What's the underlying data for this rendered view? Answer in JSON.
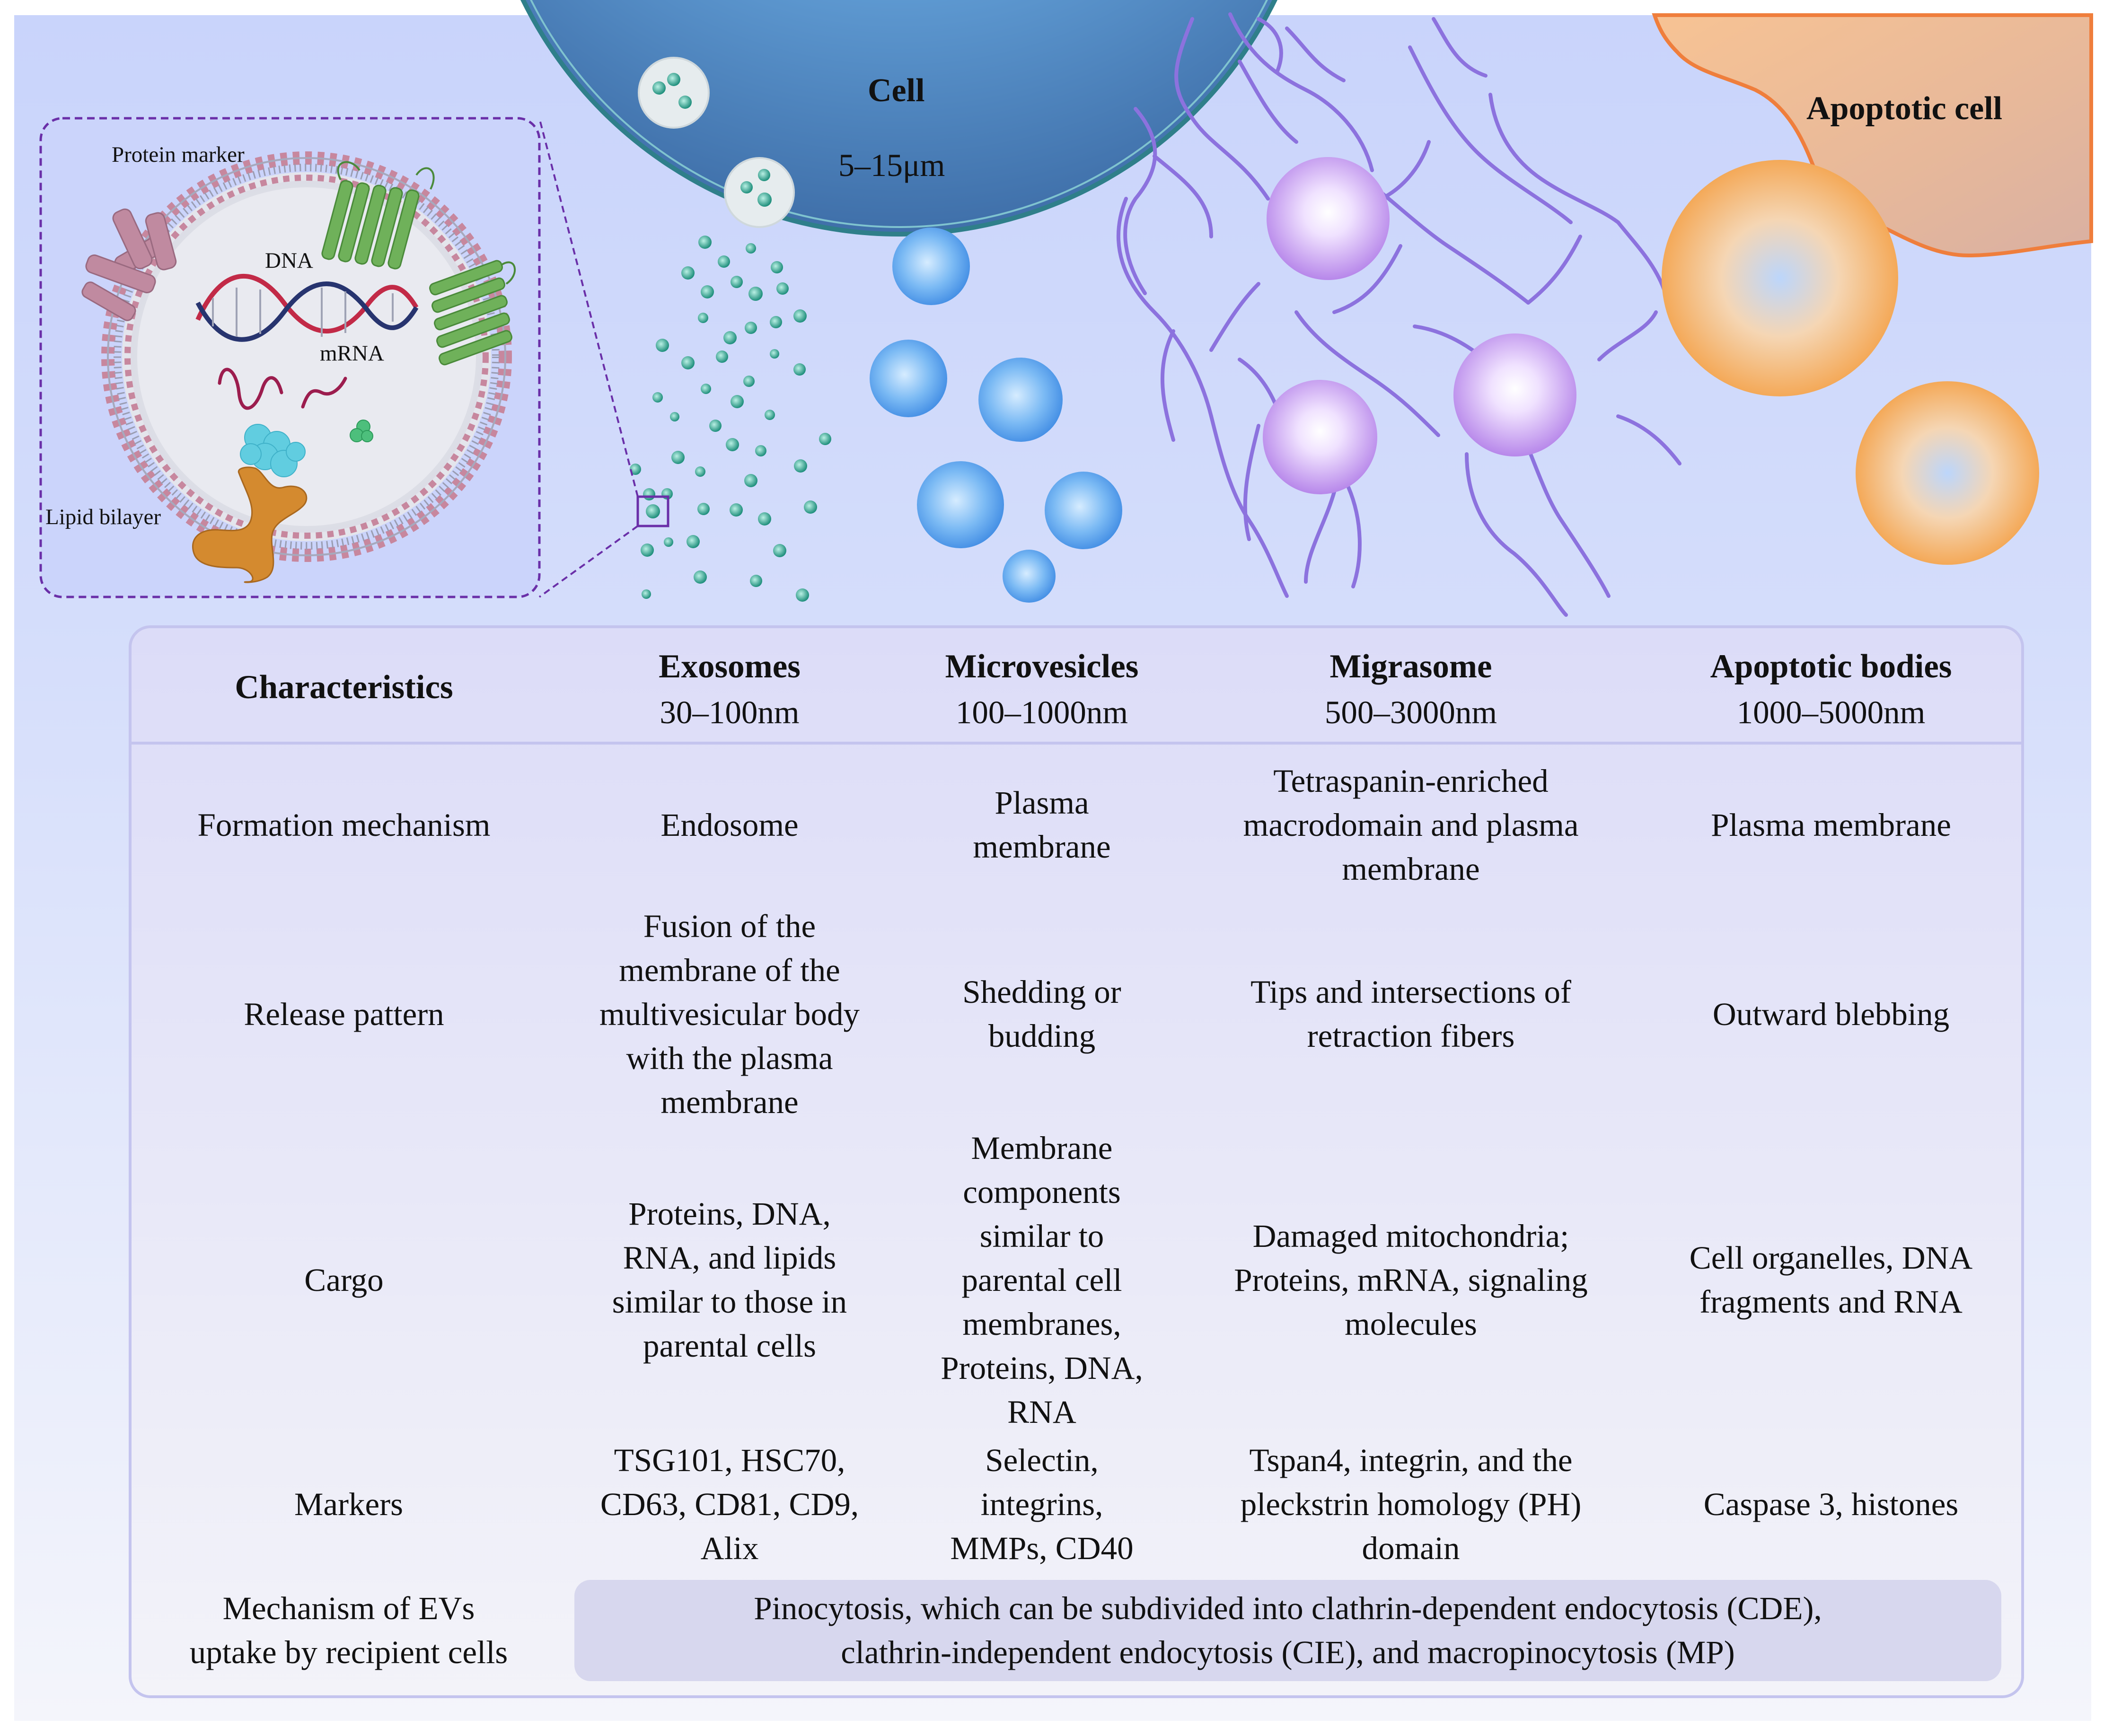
{
  "cell": {
    "title": "Cell",
    "size": "5–15μm"
  },
  "apoptotic_cell": {
    "title": "Apoptotic cell"
  },
  "inset": {
    "protein_marker": "Protein marker",
    "dna": "DNA",
    "mrna": "mRNA",
    "lipid_bilayer": "Lipid bilayer"
  },
  "table": {
    "corner": "Characteristics",
    "columns": [
      {
        "name": "Exosomes",
        "size": "30–100nm"
      },
      {
        "name": "Microvesicles",
        "size": "100–1000nm"
      },
      {
        "name": "Migrasome",
        "size": "500–3000nm"
      },
      {
        "name": "Apoptotic bodies",
        "size": "1000–5000nm"
      }
    ],
    "rows": [
      {
        "label": "Formation mechanism",
        "cells": [
          "Endosome",
          "Plasma\nmembrane",
          "Tetraspanin-enriched\nmacrodomain and plasma\nmembrane",
          "Plasma membrane"
        ]
      },
      {
        "label": "Release pattern",
        "cells": [
          "Fusion of the\nmembrane of the\nmultivesicular body\nwith the plasma\nmembrane",
          "Shedding or\nbudding",
          "Tips and intersections of\nretraction fibers",
          "Outward blebbing"
        ]
      },
      {
        "label": "Cargo",
        "cells": [
          "Proteins, DNA,\nRNA, and lipids\nsimilar to those in\nparental cells",
          "Membrane\ncomponents\nsimilar to\nparental cell\nmembranes,\nProteins, DNA,\nRNA",
          "Damaged mitochondria;\nProteins, mRNA, signaling\nmolecules",
          "Cell organelles, DNA\nfragments and RNA"
        ]
      },
      {
        "label": "Markers",
        "cells": [
          "TSG101, HSC70,\nCD63, CD81, CD9,\nAlix",
          "Selectin,\nintegrins,\nMMPs, CD40",
          "Tspan4, integrin, and the\npleckstrin homology (PH)\ndomain",
          "Caspase 3, histones"
        ]
      }
    ],
    "uptake": {
      "label": "Mechanism of EVs\nuptake by recipient cells",
      "text": "Pinocytosis, which can be subdivided into clathrin-dependent endocytosis (CDE),\nclathrin-independent endocytosis (CIE), and macropinocytosis (MP)"
    }
  },
  "colors": {
    "background": "#cdd8fb",
    "cell_blue": "#4f86c2",
    "exosome_teal": "#2f9e8a",
    "microvesicle_blue": "#5fa8f0",
    "migrasome_purple": "#b98ae8",
    "retraction_fiber": "#8f74e0",
    "apoptotic_orange": "#f6a64a",
    "table_border": "#c4c4ee"
  }
}
